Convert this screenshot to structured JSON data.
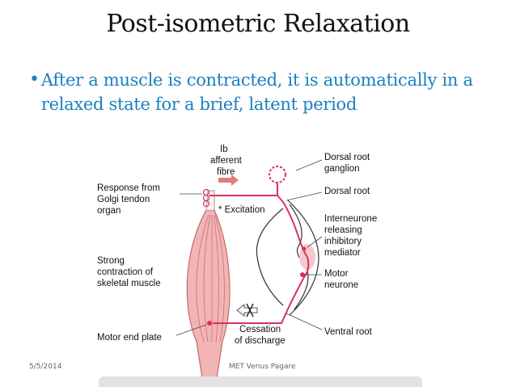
{
  "slide": {
    "title": "Post-isometric Relaxation",
    "bullet": "After a muscle is contracted, it is automatically in a relaxed state for a brief, latent period"
  },
  "figure": {
    "labels": {
      "ib_line1": "Ib",
      "ib_line2": "afferent",
      "ib_line3": "fibre",
      "response_line1": "Response from",
      "response_line2": "Golgi tendon",
      "response_line3": "organ",
      "excitation": "* Excitation",
      "strong_line1": "Strong",
      "strong_line2": "contraction of",
      "strong_line3": "skeletal muscle",
      "motor_end_plate": "Motor end plate",
      "cessation_line1": "Cessation",
      "cessation_line2": "of discharge",
      "drg_line1": "Dorsal root",
      "drg_line2": "ganglion",
      "dorsal_root": "Dorsal root",
      "inter_line1": "Interneurone",
      "inter_line2": "releasing",
      "inter_line3": "inhibitory",
      "inter_line4": "mediator",
      "motor_line1": "Motor",
      "motor_line2": "neurone",
      "ventral_root": "Ventral root"
    },
    "colors": {
      "nerve": "#d6335a",
      "muscle_fill": "#f2b4b4",
      "muscle_stroke": "#b85a5a",
      "arrow_fill": "#e57b7b"
    }
  },
  "footer": {
    "date": "5/5/2014",
    "author": "MET Venus Pagare"
  }
}
